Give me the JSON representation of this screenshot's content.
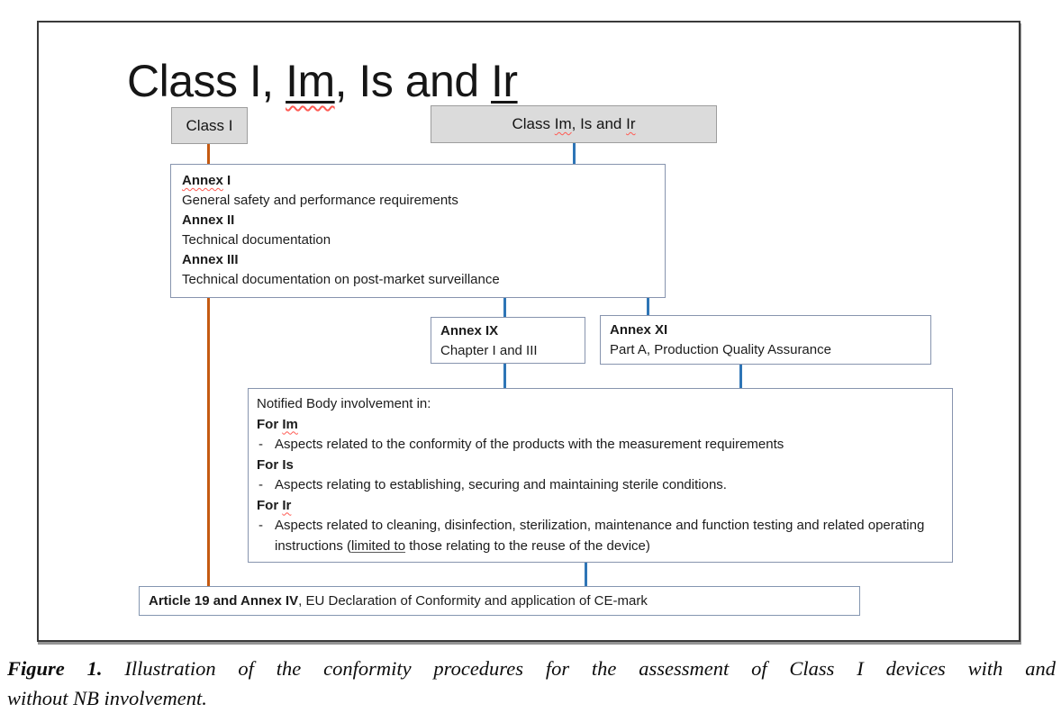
{
  "title": {
    "p0": "Class I, ",
    "im": "Im",
    "p2": ", Is and ",
    "ir": "Ir"
  },
  "class_boxes": {
    "class1_label": "Class I",
    "classim": {
      "p0": "Class ",
      "im": "Im",
      "p2": ", Is and ",
      "ir": "Ir"
    }
  },
  "annex_box": {
    "items": [
      {
        "h_sq": "Annex",
        "h_rest": " I",
        "body": "General safety and performance requirements"
      },
      {
        "h": "Annex II",
        "body": "Technical documentation"
      },
      {
        "h": "Annex III",
        "body": "Technical documentation on post-market surveillance"
      }
    ]
  },
  "annex9": {
    "h": "Annex IX",
    "body": "Chapter I and III"
  },
  "annex11": {
    "h": "Annex XI",
    "body": "Part A, Production Quality Assurance"
  },
  "nb_box": {
    "intro": "Notified Body involvement in:",
    "items": [
      {
        "for_pre": "For ",
        "term": "Im",
        "dash": "-",
        "bullet": "Aspects related to the conformity of the products with the measurement requirements"
      },
      {
        "for_pre": "For ",
        "term": "Is",
        "dash": "-",
        "bullet": "Aspects relating to establishing, securing and maintaining sterile conditions."
      },
      {
        "for_pre": "For ",
        "term": "Ir",
        "dash": "-",
        "b_pre": "Aspects related to cleaning, disinfection, sterilization, maintenance and function testing and related operating instructions (",
        "b_u": "limited to",
        "b_post": " those relating to the reuse of the device)"
      }
    ]
  },
  "article19": {
    "bold": "Article 19 and Annex IV",
    "rest": ", EU Declaration of Conformity and application of CE-mark"
  },
  "caption": {
    "figure": "Figure 1.",
    "line1": "Illustration of the conformity procedures for the assessment of Class I devices with and",
    "line2": "without NB involvement."
  },
  "colors": {
    "class1_path_orange": "#C55A11",
    "nb_path_blue": "#2E75B6",
    "gray_box_fill": "#DBDBDB",
    "white_box_border": "#8794AE",
    "squiggle_red": "#FF5A52"
  }
}
